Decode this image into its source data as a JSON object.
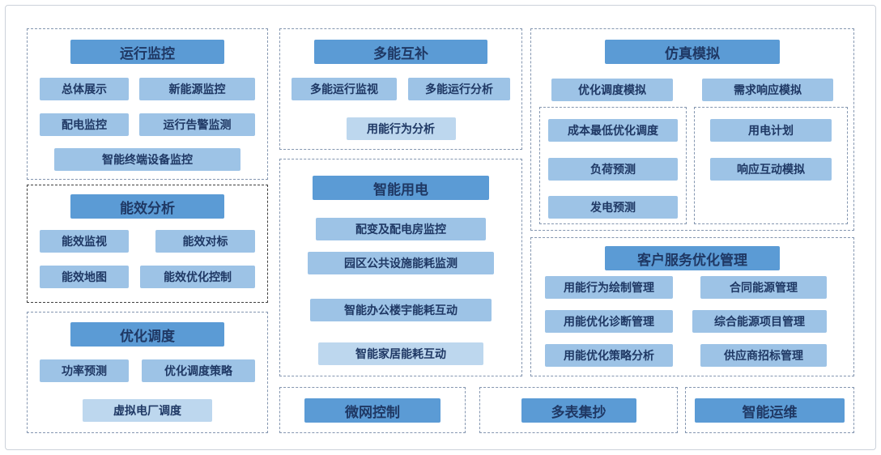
{
  "colors": {
    "header_bg": "#5B9BD5",
    "item_bg": "#9DC3E6",
    "item_light_bg": "#BDD7EE",
    "text": "#1F3864",
    "dashed_border": "#8496B0",
    "dashed_border_dark": "#404040"
  },
  "sections": {
    "operation_monitoring": {
      "title": "运行监控",
      "items": [
        "总体展示",
        "新能源监控",
        "配电监控",
        "运行告警监测",
        "智能终端设备监控"
      ]
    },
    "energy_efficiency_analysis": {
      "title": "能效分析",
      "items": [
        "能效监视",
        "能效对标",
        "能效地图",
        "能效优化控制"
      ]
    },
    "optimal_dispatch": {
      "title": "优化调度",
      "items": [
        "功率预测",
        "优化调度策略",
        "虚拟电厂调度"
      ]
    },
    "multi_energy_complement": {
      "title": "多能互补",
      "items": [
        "多能运行监视",
        "多能运行分析",
        "用能行为分析"
      ]
    },
    "smart_power_usage": {
      "title": "智能用电",
      "items": [
        "配变及配电房监控",
        "园区公共设施能耗监测",
        "智能办公楼宇能耗互动",
        "智能家居能耗互动"
      ]
    },
    "simulation": {
      "title": "仿真模拟",
      "items": [
        "优化调度模拟",
        "需求响应模拟"
      ],
      "dispatch_sub_items": [
        "成本最低优化调度",
        "负荷预测",
        "发电预测"
      ],
      "response_sub_items": [
        "用电计划",
        "响应互动模拟"
      ]
    },
    "customer_service_optimization": {
      "title": "客户服务优化管理",
      "items": [
        "用能行为绘制管理",
        "合同能源管理",
        "用能优化诊断管理",
        "综合能源项目管理",
        "用能优化策略分析",
        "供应商招标管理"
      ]
    },
    "microgrid_control": {
      "title": "微网控制"
    },
    "multi_meter_reading": {
      "title": "多表集抄"
    },
    "smart_operation_maintenance": {
      "title": "智能运维"
    }
  }
}
